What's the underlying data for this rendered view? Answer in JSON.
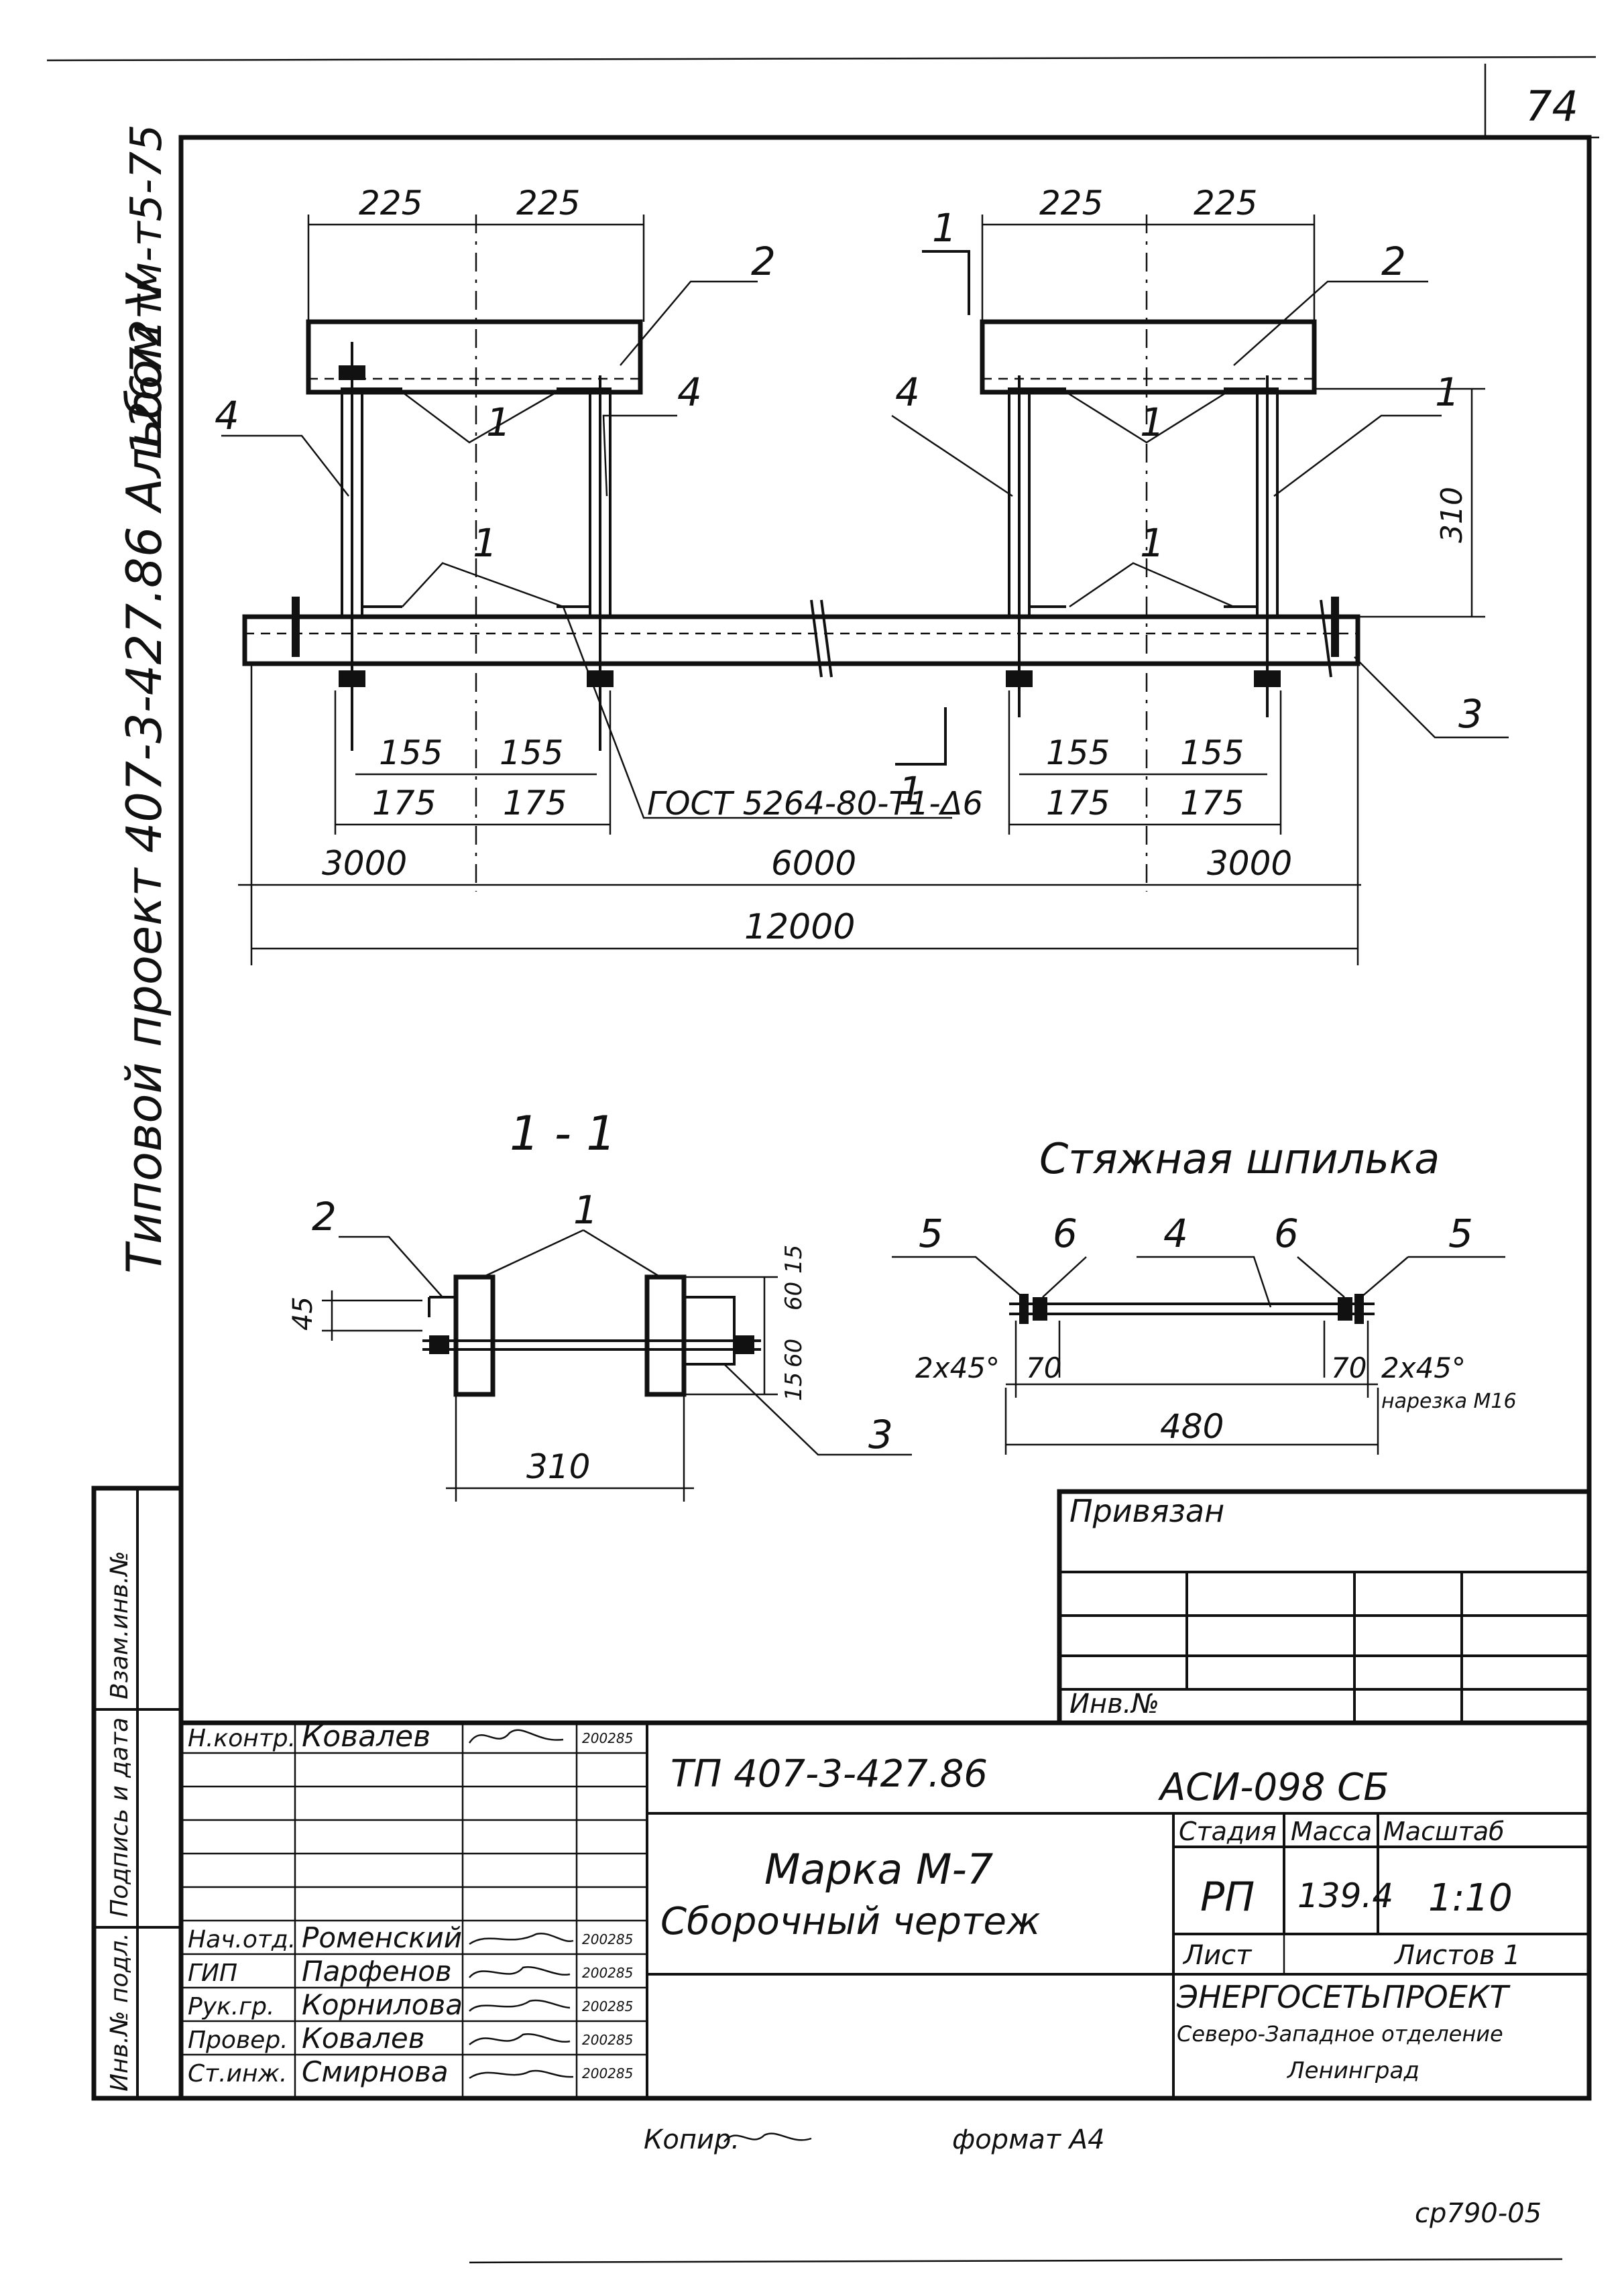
{
  "sheet": {
    "page_number": "74",
    "side_project": "Типовой проект 407-3-427.86 Альбом V",
    "side_code": "12672тм-т5-75",
    "copy_note": "Копир. ",
    "format_label": "формат А4",
    "bottom_code": "ср790-05"
  },
  "main_view": {
    "dims_top_left": [
      "225",
      "225"
    ],
    "dims_top_right": [
      "225",
      "225"
    ],
    "dim_height": "310",
    "dims_inner_left": [
      "155",
      "155"
    ],
    "dims_outer_left": [
      "175",
      "175"
    ],
    "dims_inner_right": [
      "155",
      "155"
    ],
    "dims_outer_right": [
      "175",
      "175"
    ],
    "span_left": "3000",
    "span_mid": "6000",
    "span_right": "3000",
    "span_total": "12000",
    "weld_note": "ГОСТ 5264-80-Т1-Δ6",
    "callouts": [
      "1",
      "2",
      "3",
      "4"
    ],
    "section_marker": "1"
  },
  "section_view": {
    "title": "1 - 1",
    "dim_45": "45",
    "dim_15_top": "15",
    "dim_60_a": "60",
    "dim_60_b": "60",
    "dim_15_bottom": "15",
    "dim_width": "310",
    "callouts": [
      "2",
      "1",
      "3"
    ]
  },
  "rod_view": {
    "title": "Стяжная шпилька",
    "callouts": [
      "5",
      "6",
      "4",
      "6",
      "5"
    ],
    "chamfer_left": "2х45°",
    "dim_70_left": "70",
    "dim_70_right": "70",
    "chamfer_right": "2х45°",
    "thread_note": "нарезка М16",
    "length": "480"
  },
  "binding_table": {
    "header": "Привязан",
    "inv_label": "Инв.№"
  },
  "left_margin_labels": [
    "Взам.инв.№",
    "Подпись и дата",
    "Инв.№ подл."
  ],
  "title_block": {
    "sign_rows": [
      {
        "role": "Н.контр.",
        "name": "Ковалев",
        "date": "200285"
      },
      {
        "role": "Нач.отд.",
        "name": "Роменский",
        "date": "200285"
      },
      {
        "role": "ГИП",
        "name": "Парфенов",
        "date": "200285"
      },
      {
        "role": "Рук.гр.",
        "name": "Корнилова",
        "date": "200285"
      },
      {
        "role": "Провер.",
        "name": "Ковалев",
        "date": "200285"
      },
      {
        "role": "Ст.инж.",
        "name": "Смирнова",
        "date": "200285"
      }
    ],
    "project_code": "ТП 407-3-427.86",
    "doc_code": "АСИ-098 СБ",
    "name_line1": "Марка М-7",
    "name_line2": "Сборочный чертеж",
    "stage_label": "Стадия",
    "mass_label": "Масса",
    "scale_label": "Масштаб",
    "stage_value": "РП",
    "mass_value": "139.4",
    "scale_value": "1:10",
    "sheet_label": "Лист",
    "sheets_label": "Листов 1",
    "org_line1": "ЭНЕРГОСЕТЬПРОЕКТ",
    "org_line2": "Северо-Западное отделение",
    "org_line3": "Ленинград"
  }
}
